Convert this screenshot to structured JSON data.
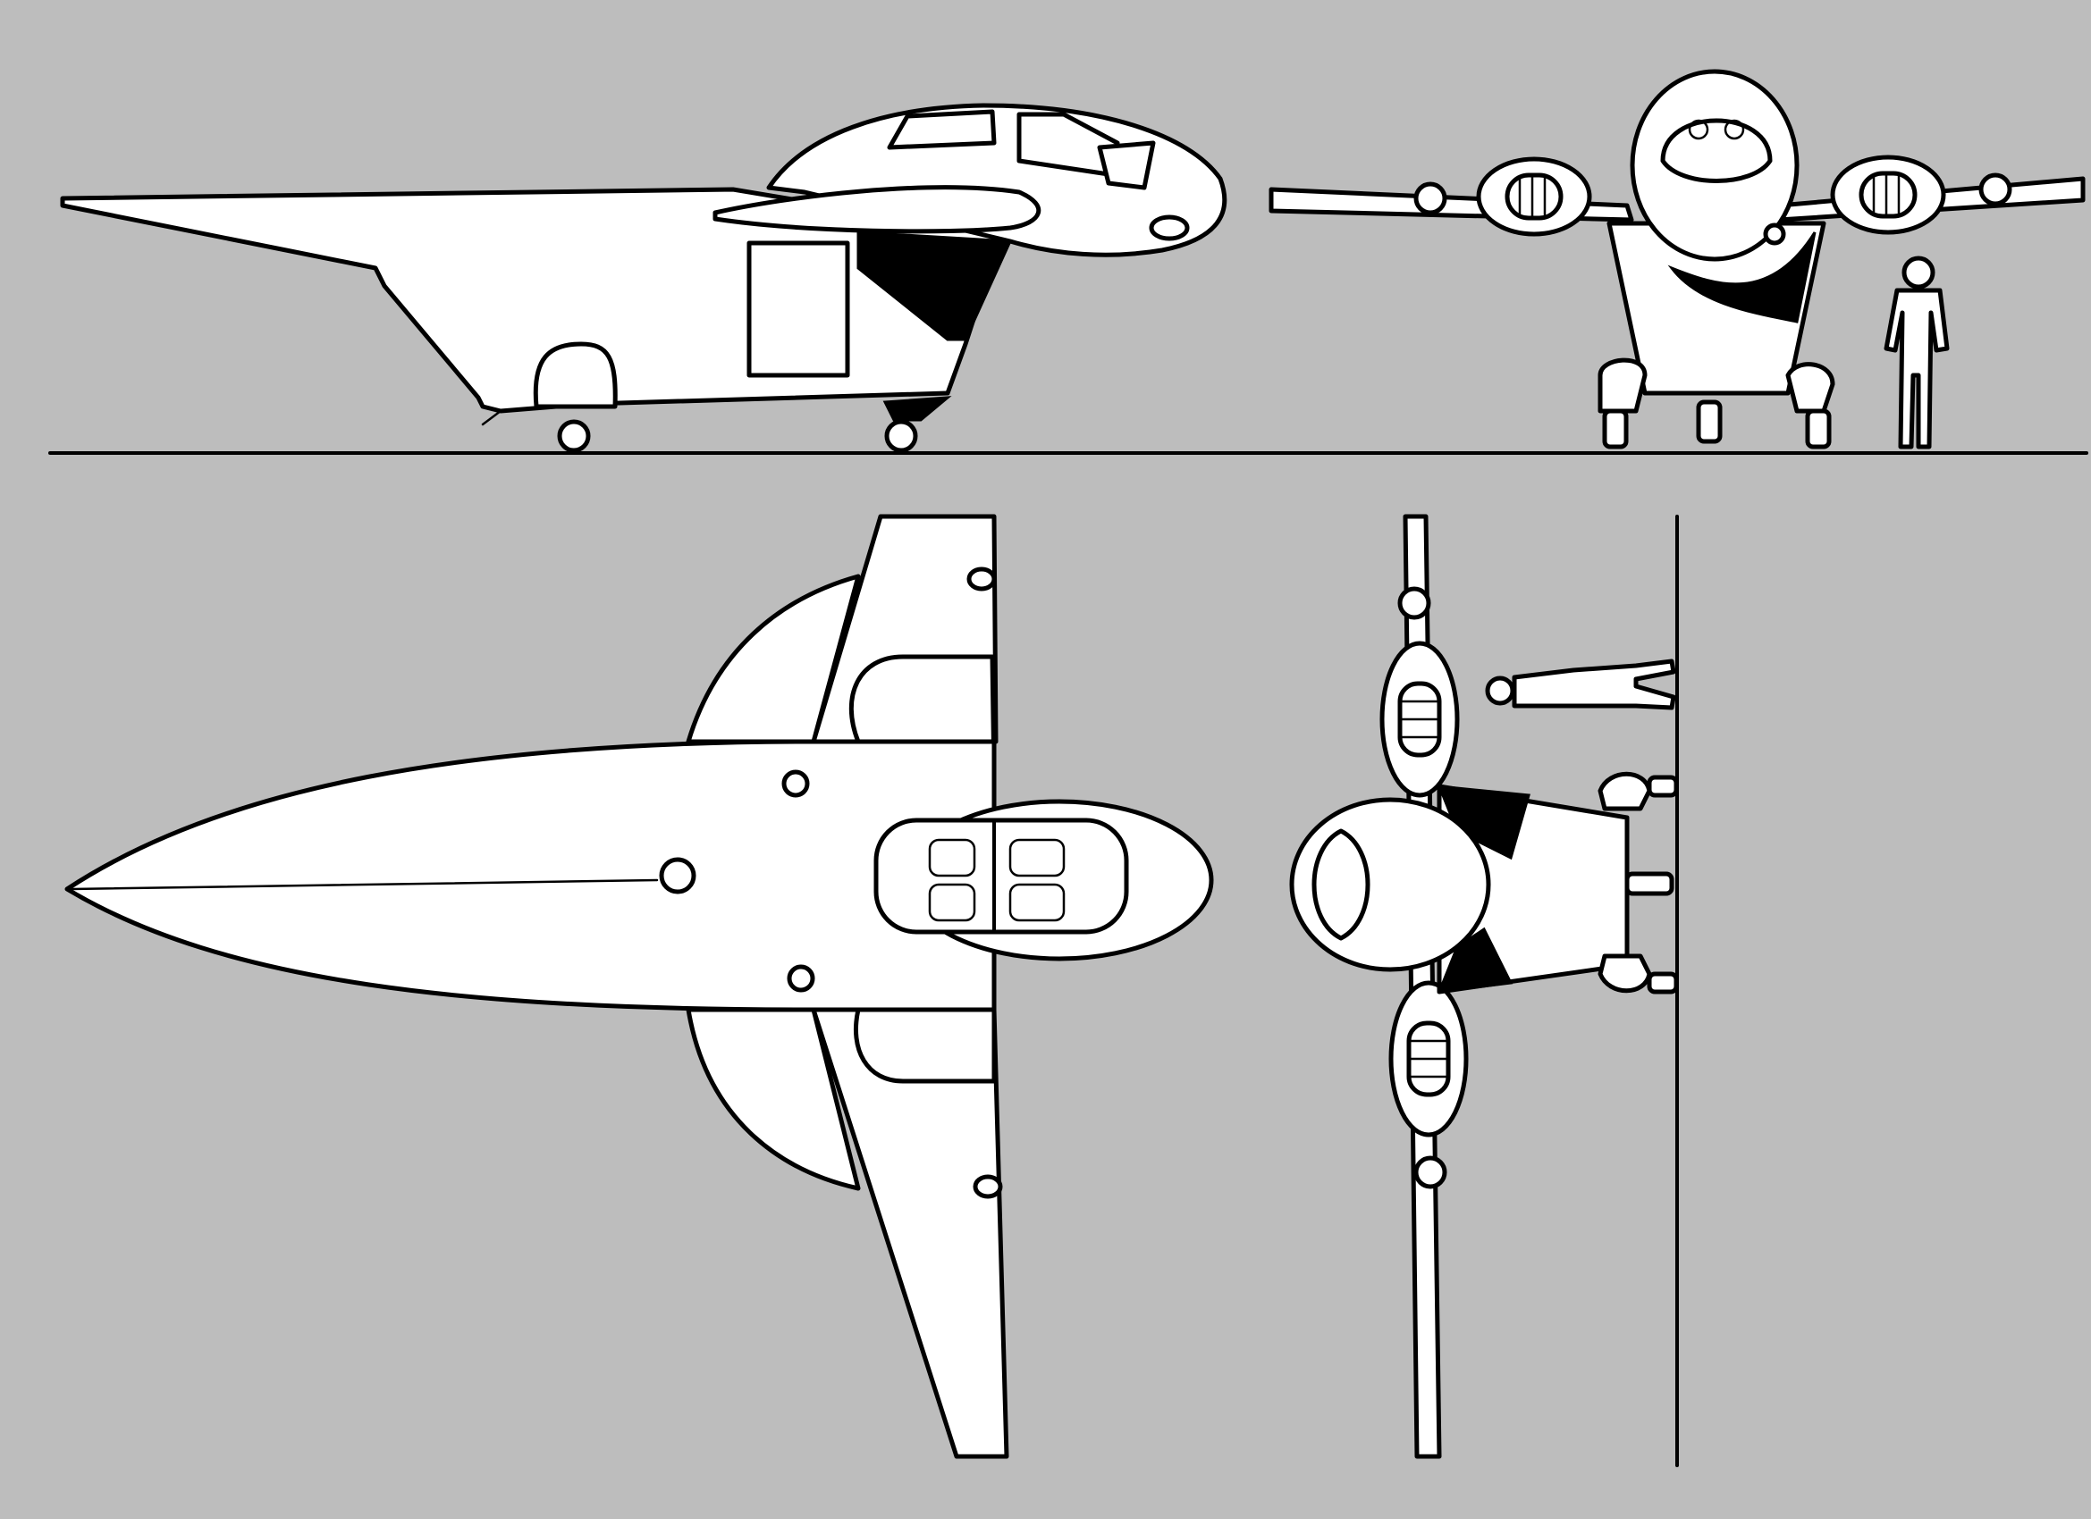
{
  "drawing": {
    "type": "orthographic-three-view",
    "colors": {
      "background": "#bdbdbd",
      "ink": "#000000",
      "fill": "#ffffff"
    },
    "views": [
      "side",
      "front",
      "top",
      "front-top"
    ]
  }
}
